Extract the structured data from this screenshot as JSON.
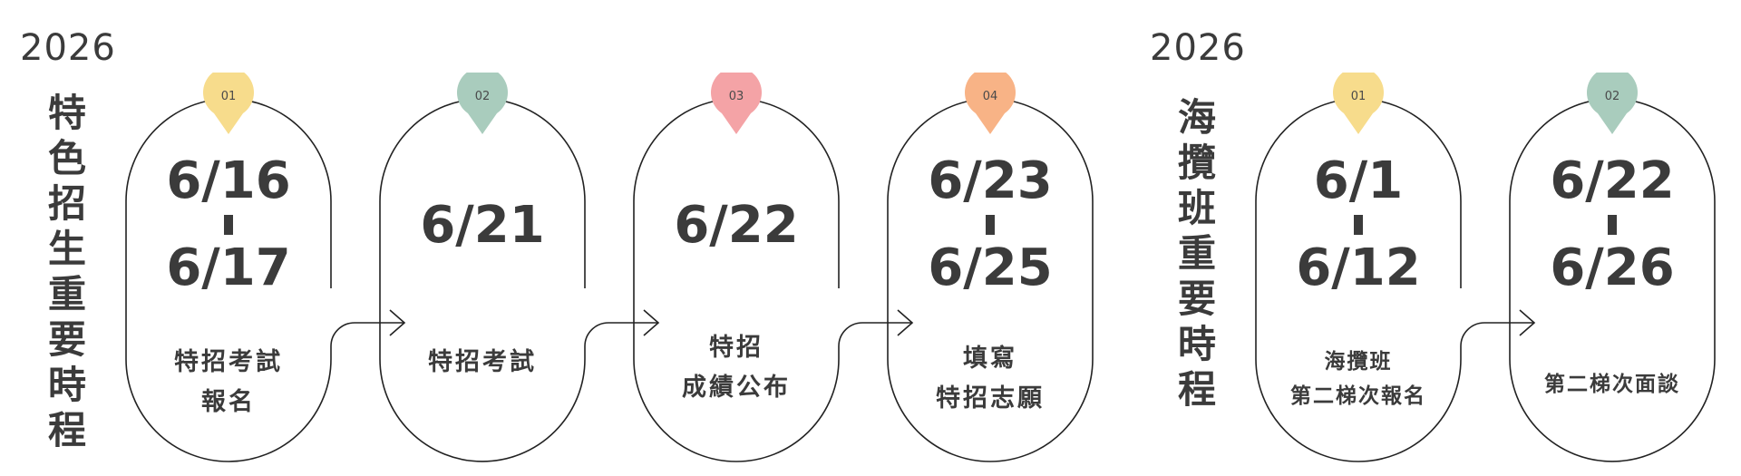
{
  "left": {
    "year": "2026",
    "title_chars": [
      "特",
      "色",
      "招",
      "生",
      "重",
      "要",
      "時",
      "程"
    ],
    "steps": [
      {
        "num": "01",
        "color": "#f7dc8c",
        "date_from": "6/16",
        "date_to": "6/17",
        "desc": [
          "特招考試",
          "報名"
        ]
      },
      {
        "num": "02",
        "color": "#a9ccbd",
        "date_from": "6/21",
        "date_to": "",
        "desc": [
          "特招考試"
        ]
      },
      {
        "num": "03",
        "color": "#f4a3a6",
        "date_from": "6/22",
        "date_to": "",
        "desc": [
          "特招",
          "成績公布"
        ]
      },
      {
        "num": "04",
        "color": "#f8b386",
        "date_from": "6/23",
        "date_to": "6/25",
        "desc": [
          "填寫",
          "特招志願"
        ]
      }
    ]
  },
  "right": {
    "year": "2026",
    "title_chars": [
      "海",
      "攬",
      "班",
      "重",
      "要",
      "時",
      "程"
    ],
    "steps": [
      {
        "num": "01",
        "color": "#f7dc8c",
        "date_from": "6/1",
        "date_to": "6/12",
        "desc": [
          "海攬班",
          "第二梯次報名"
        ]
      },
      {
        "num": "02",
        "color": "#a9ccbd",
        "date_from": "6/22",
        "date_to": "6/26",
        "desc": [
          "第二梯次面談"
        ]
      }
    ]
  }
}
